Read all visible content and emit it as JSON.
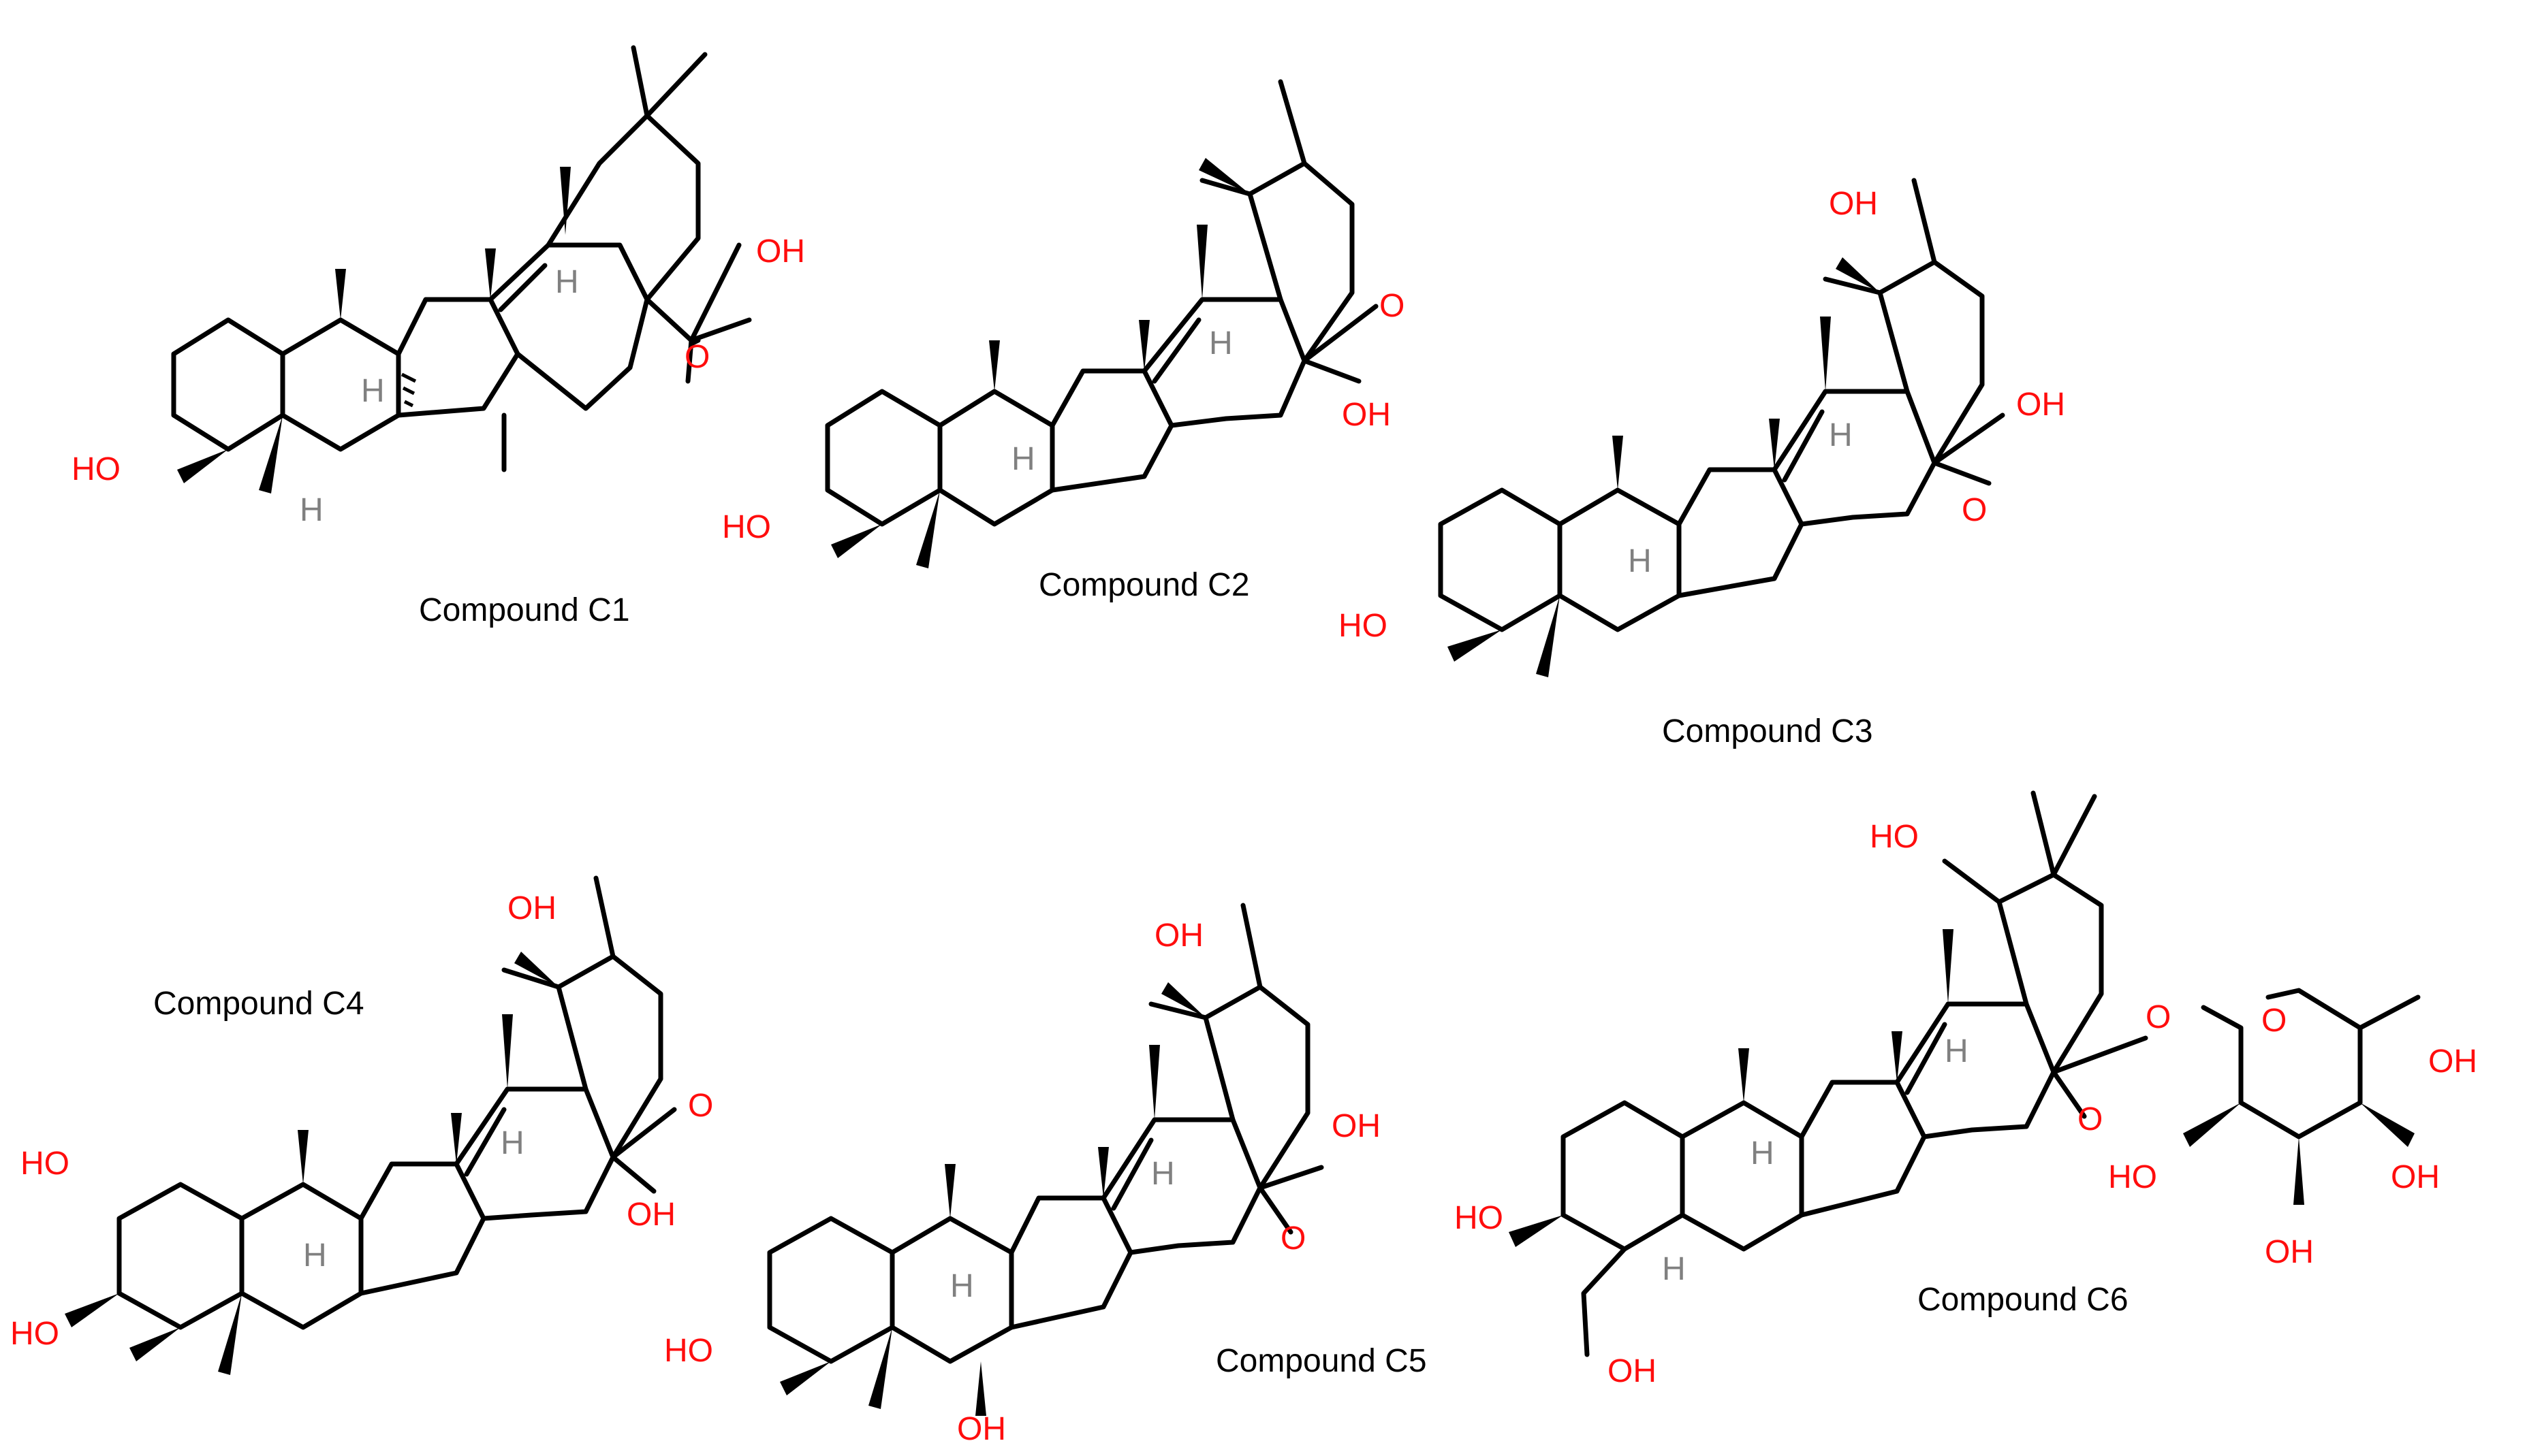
{
  "figure": {
    "compounds": [
      {
        "id": "C1",
        "caption": "Compound C1",
        "skeleton": "oleanane",
        "labels": {
          "carboxyl_oh": "OH",
          "carbonyl_o": "O",
          "c3_oh": "HO",
          "h_9": "H",
          "h_5": "H",
          "h_18": "H"
        }
      },
      {
        "id": "C2",
        "caption": "Compound C2",
        "skeleton": "ursane",
        "labels": {
          "carbonyl_o": "O",
          "carboxyl_oh": "OH",
          "c3_oh": "HO",
          "h_9": "H",
          "h_18": "H"
        }
      },
      {
        "id": "C3",
        "caption": "Compound C3",
        "skeleton": "ursane-19-hydroxy",
        "labels": {
          "c19_oh": "OH",
          "carboxyl_oh": "OH",
          "carbonyl_o": "O",
          "c3_oh": "HO",
          "h_9": "H",
          "h_18": "H"
        }
      },
      {
        "id": "C4",
        "caption": "Compound C4",
        "skeleton": "ursane-19-hydroxy",
        "labels": {
          "c19_oh": "OH",
          "carbonyl_o": "O",
          "carboxyl_oh": "OH",
          "c2_oh": "HO",
          "c3_oh": "HO",
          "h_9": "H",
          "h_18": "H"
        }
      },
      {
        "id": "C5",
        "caption": "Compound C5",
        "skeleton": "ursane-19-hydroxy",
        "labels": {
          "c19_oh": "OH",
          "carboxyl_oh": "OH",
          "carbonyl_o": "O",
          "c3_oh": "HO",
          "c6_oh": "OH",
          "h_9": "H",
          "h_18": "H"
        }
      },
      {
        "id": "C6",
        "caption": "Compound C6",
        "skeleton": "oleanane-glycoside",
        "labels": {
          "c19_oh": "HO",
          "c3_oh": "HO",
          "c23_oh": "OH",
          "ester_o": "O",
          "carbonyl_o": "O",
          "ring_o": "O",
          "sugar_ch2oh": "OH",
          "sugar_oh2": "HO",
          "sugar_oh4": "OH",
          "sugar_oh3": "OH",
          "h_9": "H",
          "h_5": "H",
          "h_18": "H"
        }
      }
    ]
  }
}
